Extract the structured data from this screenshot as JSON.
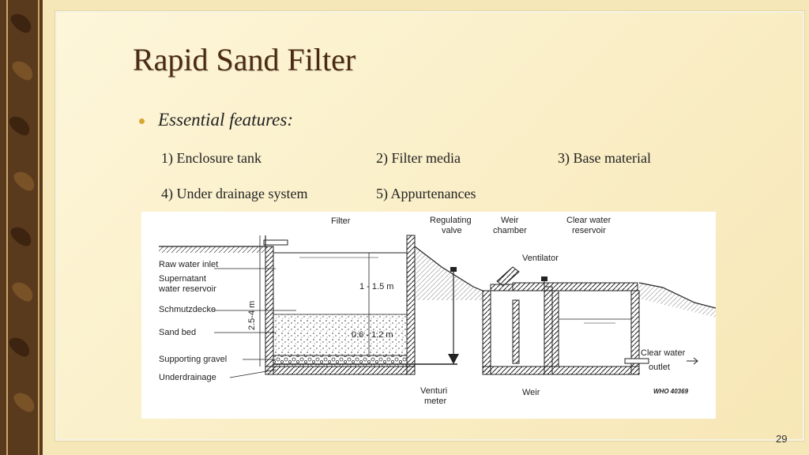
{
  "slide": {
    "title": "Rapid Sand Filter",
    "bullet": "Essential features:",
    "features": [
      "1) Enclosure tank",
      "2) Filter media",
      "3) Base material",
      "4) Under drainage system",
      "5) Appurtenances"
    ],
    "page_number": "29"
  },
  "diagram": {
    "labels": {
      "filter": "Filter",
      "regulating_valve_1": "Regulating",
      "regulating_valve_2": "valve",
      "weir_chamber_1": "Weir",
      "weir_chamber_2": "chamber",
      "clear_water_reservoir_1": "Clear water",
      "clear_water_reservoir_2": "reservoir",
      "ventilator": "Ventilator",
      "raw_water_inlet": "Raw water inlet",
      "supernatant_1": "Supernatant",
      "supernatant_2": "water reservoir",
      "schmutzdecke": "Schmutzdecke",
      "sand_bed": "Sand bed",
      "supporting_gravel": "Supporting gravel",
      "underdrainage": "Underdrainage",
      "depth_total": "2.5-4 m",
      "depth_water": "1 - 1.5 m",
      "depth_sand": "0.6 - 1.2 m",
      "clear_water_outlet_1": "Clear water",
      "clear_water_outlet_2": "outlet",
      "venturi_meter_1": "Venturi",
      "venturi_meter_2": "meter",
      "weir": "Weir",
      "who_code": "WHO 40369"
    }
  }
}
